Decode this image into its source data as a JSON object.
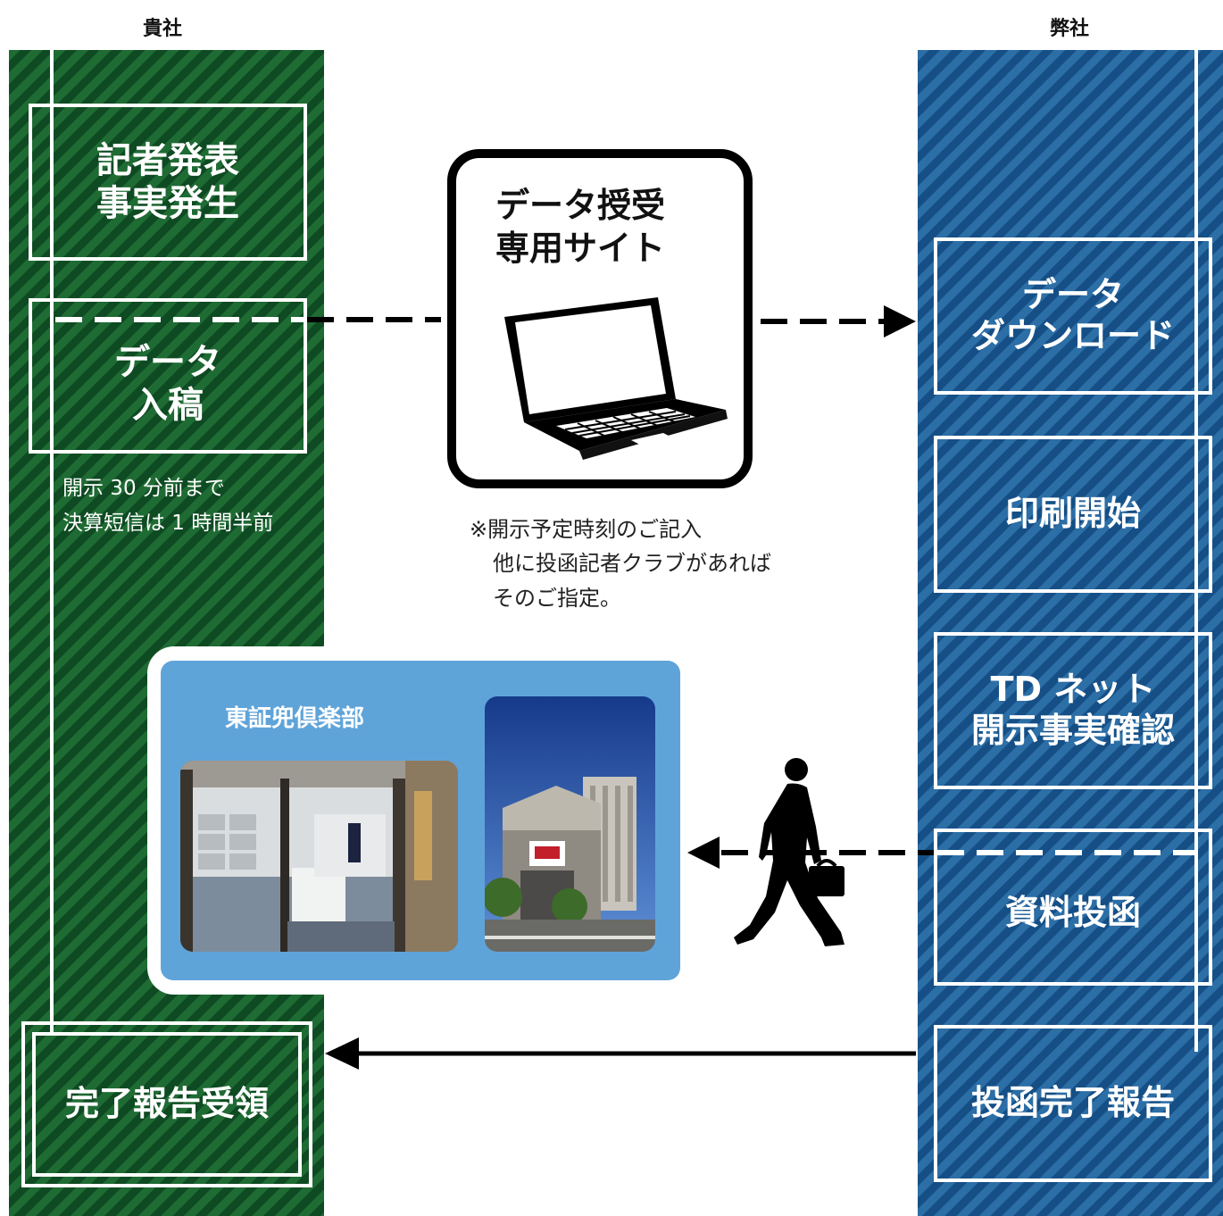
{
  "columns": {
    "left_title": "貴社",
    "right_title": "弊社"
  },
  "left_steps": {
    "announce": [
      "記者発表",
      "事実発生"
    ],
    "submit": [
      "データ",
      "入稿"
    ],
    "submit_note": [
      "開示 30 分前まで",
      "決算短信は 1 時間半前"
    ],
    "done": "完了報告受領"
  },
  "center": {
    "site_title": [
      "データ授受",
      "専用サイト"
    ],
    "site_note": [
      "※開示予定時刻のご記入",
      "他に投函記者クラブがあれば",
      "そのご指定。"
    ],
    "club_name": "東証兜倶楽部"
  },
  "right_steps": {
    "download": [
      "データ",
      "ダウンロード"
    ],
    "print": "印刷開始",
    "td_check": [
      "TD ネット",
      "開示事実確認"
    ],
    "deliver": "資料投函",
    "report": "投函完了報告"
  },
  "colors": {
    "green": "#1f6b34",
    "blue": "#2c6ea6",
    "club_bg": "#5fa4d9"
  },
  "icons": [
    "laptop-icon",
    "walking-businessman-icon"
  ]
}
